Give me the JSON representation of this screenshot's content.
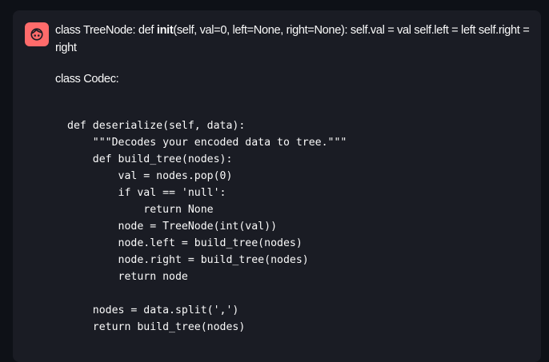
{
  "chat_message": {
    "avatar_icon": "user-face-icon",
    "avatar_color": "#ff6b6b",
    "paragraph1": {
      "before_bold": "class TreeNode: def ",
      "bold": "init",
      "after_bold": "(self, val=0, left=None, right=None): self.val = val self.left = left self.right = right"
    },
    "paragraph2": "class Codec:",
    "code_lines": [
      "def deserialize(self, data):",
      "    \"\"\"Decodes your encoded data to tree.\"\"\"",
      "    def build_tree(nodes):",
      "        val = nodes.pop(0)",
      "        if val == 'null':",
      "            return None",
      "        node = TreeNode(int(val))",
      "        node.left = build_tree(nodes)",
      "        node.right = build_tree(nodes)",
      "        return node",
      "",
      "    nodes = data.split(',')",
      "    return build_tree(nodes)"
    ]
  }
}
